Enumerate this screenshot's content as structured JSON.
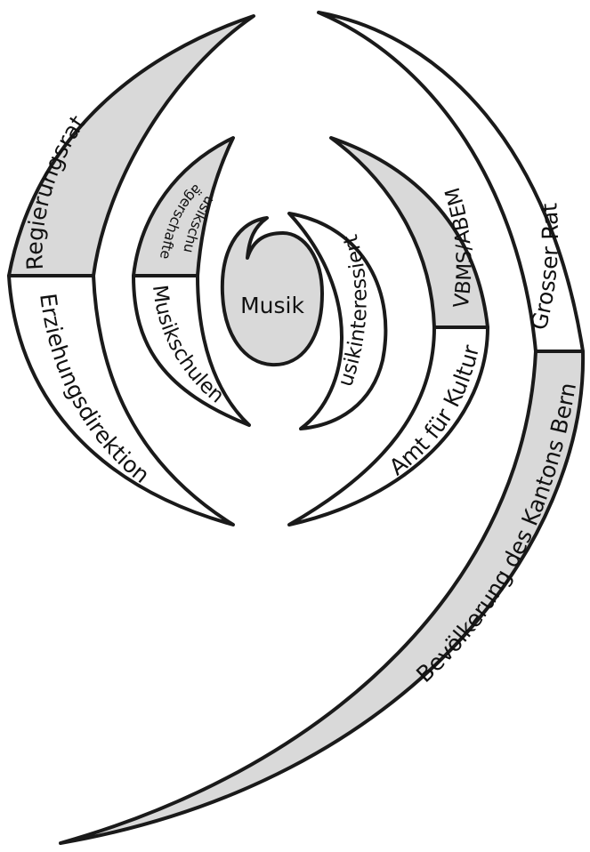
{
  "diagram": {
    "center": {
      "label": "Musik"
    },
    "segments": [
      {
        "id": "regierungsrat",
        "label": "Regierungsrat",
        "fill": "grey"
      },
      {
        "id": "erziehungsdirektion",
        "label": "Erziehungsdirektion",
        "fill": "white"
      },
      {
        "id": "musikschultraegerschaften",
        "label_line1": "Musikschul-",
        "label_line2": "trägerschaften",
        "fill": "grey"
      },
      {
        "id": "musikschulen",
        "label": "Musikschulen",
        "fill": "white"
      },
      {
        "id": "musikinteressierte",
        "label": "Musikinteressierte",
        "fill": "white"
      },
      {
        "id": "vbms-abem",
        "label": "VBMS/ABEM",
        "fill": "grey"
      },
      {
        "id": "amt-fuer-kultur",
        "label": "Amt für Kultur",
        "fill": "white"
      },
      {
        "id": "grosser-rat",
        "label": "Grosser Rat",
        "fill": "white"
      },
      {
        "id": "bevoelkerung",
        "label": "Bevölkerung des Kantons Bern",
        "fill": "grey"
      }
    ],
    "colors": {
      "grey": "#d9d9d9",
      "white": "#ffffff",
      "stroke": "#1a1a1a"
    }
  }
}
